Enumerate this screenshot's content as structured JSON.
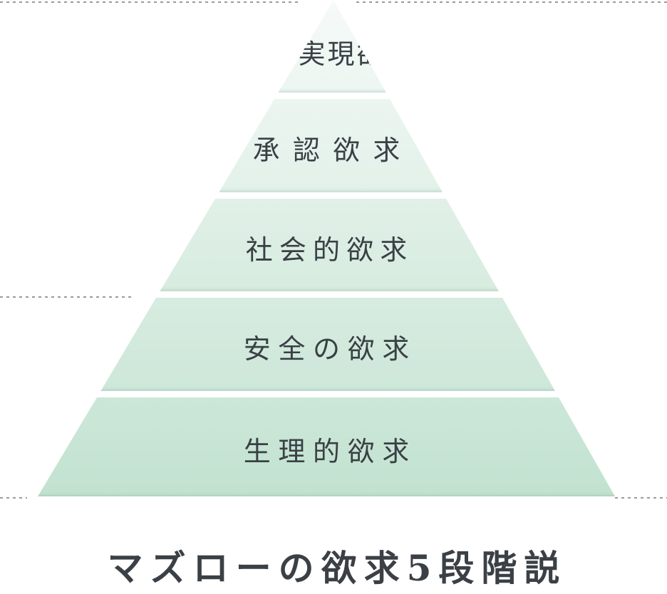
{
  "title": "マズローの欲求5段階説",
  "pyramid": {
    "tiers": [
      {
        "rank": 1,
        "label": "自己実現欲求",
        "color_top": "#f6faf8",
        "color_bottom": "#ecf6f1"
      },
      {
        "rank": 2,
        "label": "承認欲求",
        "color_top": "#ecf5f0",
        "color_bottom": "#e2f1e9"
      },
      {
        "rank": 3,
        "label": "社会的欲求",
        "color_top": "#e1f0e8",
        "color_bottom": "#d7ecdf"
      },
      {
        "rank": 4,
        "label": "安全の欲求",
        "color_top": "#d7ece0",
        "color_bottom": "#cde7d9"
      },
      {
        "rank": 5,
        "label": "生理的欲求",
        "color_top": "#cce7d8",
        "color_bottom": "#c2e2d0"
      }
    ]
  },
  "colors": {
    "text": "#3a4045",
    "guide_line": "#9b9b9b",
    "background": "#ffffff"
  }
}
